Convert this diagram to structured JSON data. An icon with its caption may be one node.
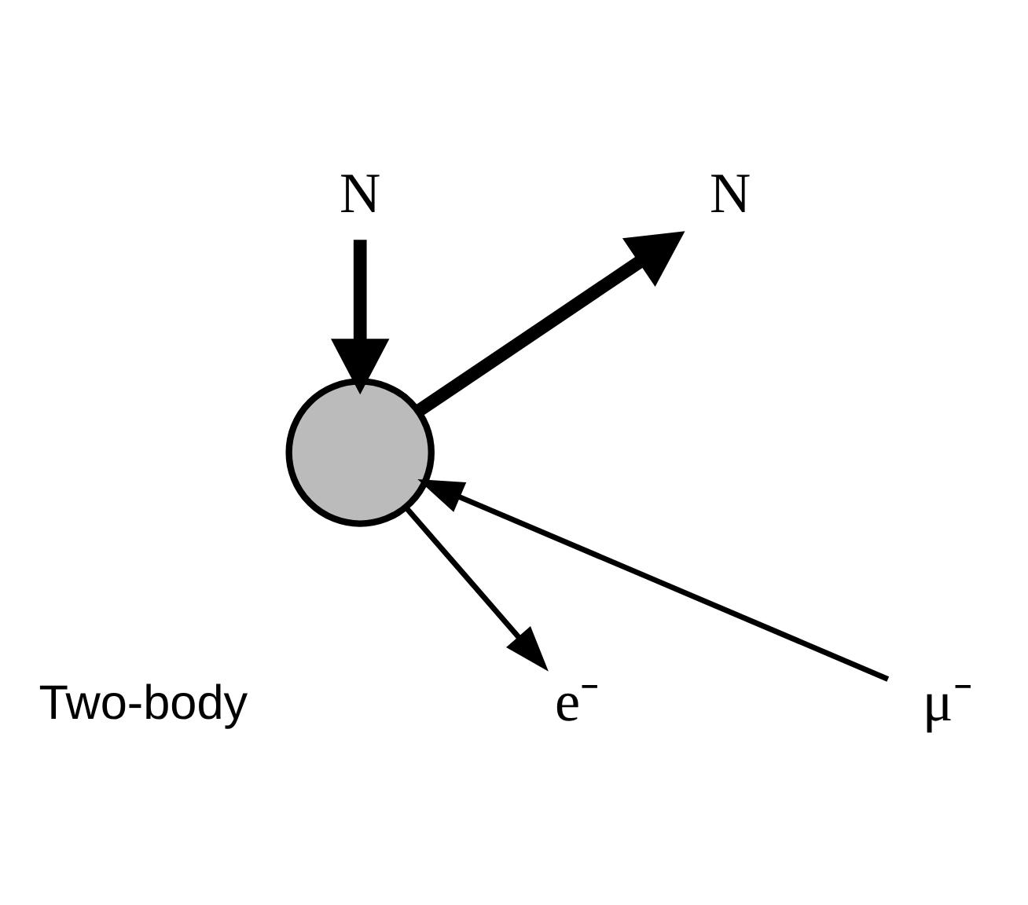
{
  "diagram": {
    "nodes": [
      {
        "text": [
          "N"
        ]
      },
      {
        "text": [
          "N"
        ]
      },
      {
        "text": [],
        "shape": "circle"
      },
      {
        "text": [
          "μ⁻"
        ]
      },
      {
        "text": [
          "e⁻"
        ]
      }
    ],
    "edges": [
      {
        "from": 0,
        "to": 2,
        "arrow": "to",
        "style": "thick"
      },
      {
        "from": 2,
        "to": 1,
        "arrow": "to",
        "style": "thick"
      },
      {
        "from": 3,
        "to": 2,
        "arrow": "to"
      },
      {
        "from": 2,
        "to": 4,
        "arrow": "to"
      }
    ],
    "labels": [
      "Two-body"
    ]
  }
}
